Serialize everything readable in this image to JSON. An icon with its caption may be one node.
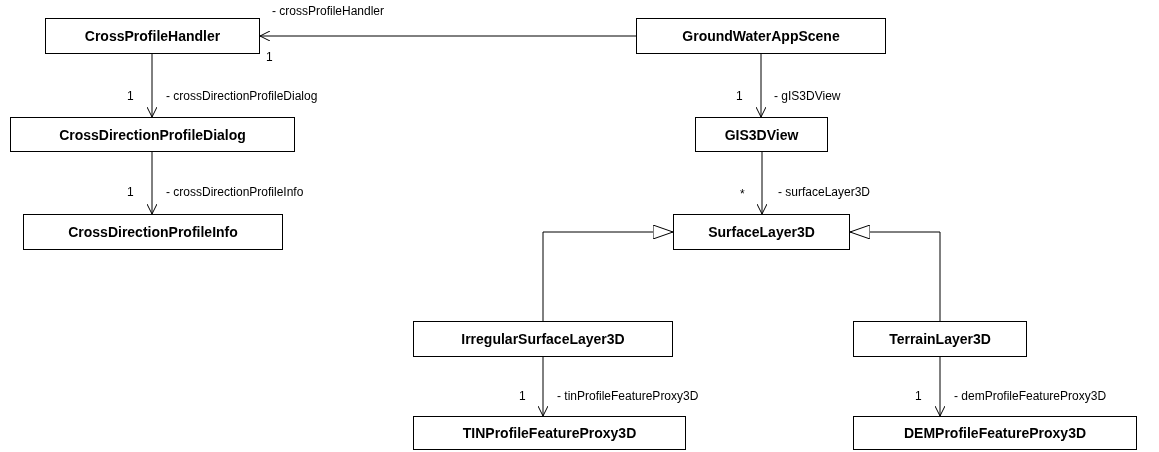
{
  "diagram": {
    "nodes": [
      {
        "text": [
          "CrossProfileHandler"
        ]
      },
      {
        "text": [
          "GroundWaterAppScene"
        ]
      },
      {
        "text": [
          "CrossDirectionProfileDialog"
        ]
      },
      {
        "text": [
          "GIS3DView"
        ]
      },
      {
        "text": [
          "CrossDirectionProfileInfo"
        ]
      },
      {
        "text": [
          "SurfaceLayer3D"
        ]
      },
      {
        "text": [
          "IrregularSurfaceLayer3D"
        ]
      },
      {
        "text": [
          "TerrainLayer3D"
        ]
      },
      {
        "text": [
          "TINProfileFeatureProxy3D"
        ]
      },
      {
        "text": [
          "DEMProfileFeatureProxy3D"
        ]
      }
    ],
    "edges": [
      {
        "from": 1,
        "to": 0,
        "arrow": "to",
        "label": "- crossProfileHandler"
      },
      {
        "from": 0,
        "to": 2,
        "arrow": "to",
        "label": "- crossDirectionProfileDialog"
      },
      {
        "from": 1,
        "to": 3,
        "arrow": "to",
        "label": "- gIS3DView"
      },
      {
        "from": 2,
        "to": 4,
        "arrow": "to",
        "label": "- crossDirectionProfileInfo"
      },
      {
        "from": 3,
        "to": 5,
        "arrow": "to",
        "label": "- surfaceLayer3D"
      },
      {
        "from": 6,
        "to": 5,
        "arrow": "to"
      },
      {
        "from": 7,
        "to": 5,
        "arrow": "to"
      },
      {
        "from": 6,
        "to": 8,
        "arrow": "to",
        "label": "- tinProfileFeatureProxy3D"
      },
      {
        "from": 7,
        "to": 9,
        "arrow": "to",
        "label": "- demProfileFeatureProxy3D"
      }
    ],
    "labels": [
      "1",
      "1",
      "1",
      "1",
      "*",
      "1",
      "1"
    ]
  }
}
